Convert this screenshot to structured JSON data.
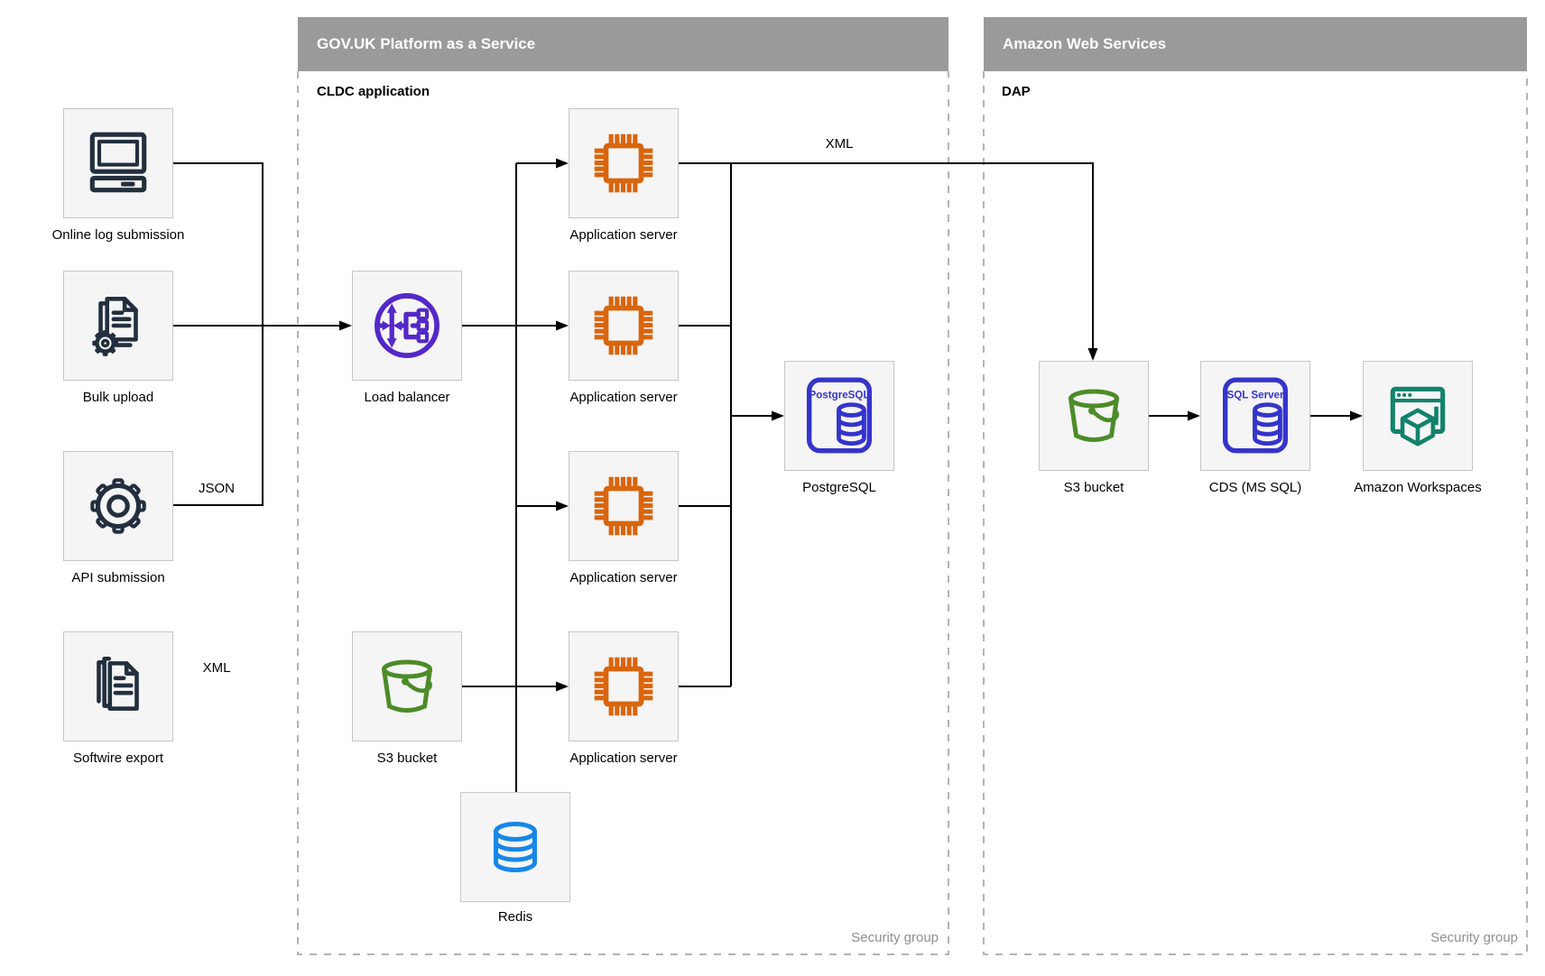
{
  "diagram": {
    "containers": [
      {
        "id": "paas",
        "title": "GOV.UK Platform as a Service",
        "subtitle": "CLDC application",
        "corner_label": "Security group"
      },
      {
        "id": "aws",
        "title": "Amazon Web Services",
        "subtitle": "DAP",
        "corner_label": "Security group"
      }
    ],
    "nodes": [
      {
        "id": "online-log-submission",
        "label": "Online log submission",
        "icon": "desktop-computer-icon"
      },
      {
        "id": "bulk-upload",
        "label": "Bulk upload",
        "icon": "document-gear-icon"
      },
      {
        "id": "api-submission",
        "label": "API submission",
        "icon": "gear-icon"
      },
      {
        "id": "softwire-export",
        "label": "Softwire export",
        "icon": "documents-stack-icon"
      },
      {
        "id": "load-balancer",
        "label": "Load balancer",
        "icon": "load-balancer-icon"
      },
      {
        "id": "s3-bucket-paas",
        "label": "S3 bucket",
        "icon": "s3-bucket-icon"
      },
      {
        "id": "app-server-1",
        "label": "Application server",
        "icon": "chip-icon"
      },
      {
        "id": "app-server-2",
        "label": "Application server",
        "icon": "chip-icon"
      },
      {
        "id": "app-server-3",
        "label": "Application server",
        "icon": "chip-icon"
      },
      {
        "id": "app-server-4",
        "label": "Application server",
        "icon": "chip-icon"
      },
      {
        "id": "postgresql",
        "label": "PostgreSQL",
        "icon": "postgresql-card-icon",
        "icon_text": "PostgreSQL"
      },
      {
        "id": "redis",
        "label": "Redis",
        "icon": "database-cylinder-icon"
      },
      {
        "id": "s3-bucket-aws",
        "label": "S3 bucket",
        "icon": "s3-bucket-icon"
      },
      {
        "id": "cds-ms-sql",
        "label": "CDS (MS SQL)",
        "icon": "sql-server-card-icon",
        "icon_text": "SQL Server"
      },
      {
        "id": "amazon-workspaces",
        "label": "Amazon Workspaces",
        "icon": "workspaces-icon"
      }
    ],
    "edge_labels": {
      "json": "JSON",
      "xml_softwire": "XML",
      "xml_to_aws": "XML"
    },
    "colors": {
      "header_gray": "#9a9a9a",
      "icon_navy": "#232f3e",
      "accent_purple": "#5428c8",
      "accent_orange": "#d9650d",
      "accent_green": "#4c8c28",
      "accent_indigo": "#3534cb",
      "accent_azure": "#1787e8",
      "accent_teal": "#12826a",
      "line_black": "#000000",
      "dashed_border_gray": "#b3b3b3",
      "node_fill": "#f5f5f5"
    }
  }
}
